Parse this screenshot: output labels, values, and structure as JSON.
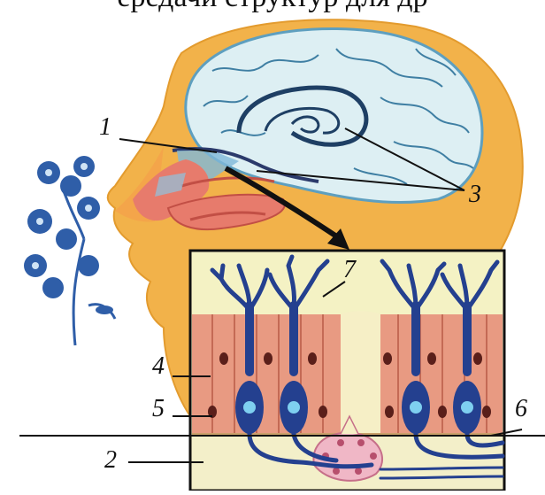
{
  "caption": "ередачи структур для др",
  "labels": {
    "l1": "1",
    "l2": "2",
    "l3": "3",
    "l4": "4",
    "l5": "5",
    "l6": "6",
    "l7": "7"
  },
  "colors": {
    "skin": "#F2B24A",
    "brain": "#DDEFF3",
    "brain_lines": "#3F7FA3",
    "nasal_pink": "#E77B6C",
    "neuron_blue": "#24408F",
    "nucleus_light": "#7ECFF0",
    "epithelium": "#E89A82",
    "flower_blue": "#2F5EA8",
    "frame": "#111111"
  }
}
